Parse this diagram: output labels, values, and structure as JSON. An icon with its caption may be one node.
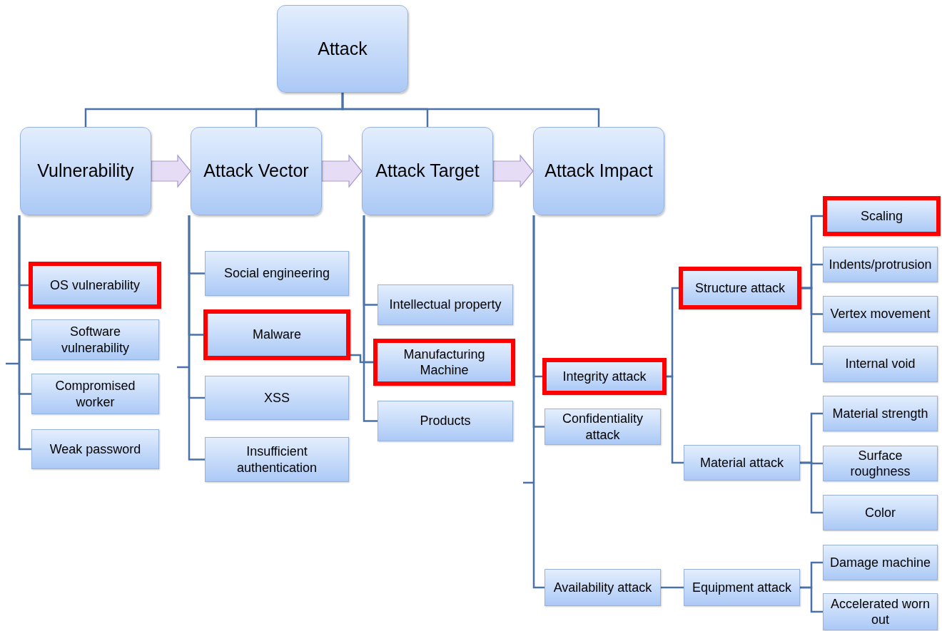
{
  "diagram": {
    "nodes": [
      {
        "text": [
          "Attack"
        ]
      },
      {
        "text": [
          "Vulnerability"
        ]
      },
      {
        "text": [
          "Attack Vector"
        ]
      },
      {
        "text": [
          "Attack Target"
        ]
      },
      {
        "text": [
          "Attack Impact"
        ]
      },
      {
        "text": [
          "OS vulnerability"
        ]
      },
      {
        "text": [
          "Software vulnerability"
        ]
      },
      {
        "text": [
          "Compromised worker"
        ]
      },
      {
        "text": [
          "Weak password"
        ]
      },
      {
        "text": [
          "Social engineering"
        ]
      },
      {
        "text": [
          "Malware"
        ]
      },
      {
        "text": [
          "XSS"
        ]
      },
      {
        "text": [
          "Insufficient authentication"
        ]
      },
      {
        "text": [
          "Intellectual property"
        ]
      },
      {
        "text": [
          "Manufacturing Machine"
        ]
      },
      {
        "text": [
          "Products"
        ]
      },
      {
        "text": [
          "Integrity attack"
        ]
      },
      {
        "text": [
          "Confidentiality attack"
        ]
      },
      {
        "text": [
          "Availability attack"
        ]
      },
      {
        "text": [
          "Structure attack"
        ]
      },
      {
        "text": [
          "Material attack"
        ]
      },
      {
        "text": [
          "Equipment attack"
        ]
      },
      {
        "text": [
          "Scaling"
        ]
      },
      {
        "text": [
          "Indents/protrusion"
        ]
      },
      {
        "text": [
          "Vertex movement"
        ]
      },
      {
        "text": [
          "Internal void"
        ]
      },
      {
        "text": [
          "Material strength"
        ]
      },
      {
        "text": [
          "Surface roughness"
        ]
      },
      {
        "text": [
          "Color"
        ]
      },
      {
        "text": [
          "Damage machine"
        ]
      },
      {
        "text": [
          "Accelerated worn out"
        ]
      }
    ],
    "edges": [
      {
        "from": 0,
        "to": 1,
        "arrow": "none"
      },
      {
        "from": 0,
        "to": 2,
        "arrow": "none"
      },
      {
        "from": 0,
        "to": 3,
        "arrow": "none"
      },
      {
        "from": 0,
        "to": 4,
        "arrow": "none"
      },
      {
        "from": 1,
        "to": 2,
        "arrow": "to",
        "style": "thick",
        "color": "#e6dcf5"
      },
      {
        "from": 2,
        "to": 3,
        "arrow": "to",
        "style": "thick",
        "color": "#e6dcf5"
      },
      {
        "from": 3,
        "to": 4,
        "arrow": "to",
        "style": "thick",
        "color": "#e6dcf5"
      },
      {
        "from": 1,
        "to": 5,
        "arrow": "none"
      },
      {
        "from": 1,
        "to": 6,
        "arrow": "none"
      },
      {
        "from": 1,
        "to": 7,
        "arrow": "none"
      },
      {
        "from": 1,
        "to": 8,
        "arrow": "none"
      },
      {
        "from": 2,
        "to": 9,
        "arrow": "none"
      },
      {
        "from": 2,
        "to": 10,
        "arrow": "none"
      },
      {
        "from": 2,
        "to": 11,
        "arrow": "none"
      },
      {
        "from": 2,
        "to": 12,
        "arrow": "none"
      },
      {
        "from": 3,
        "to": 13,
        "arrow": "none"
      },
      {
        "from": 3,
        "to": 14,
        "arrow": "none"
      },
      {
        "from": 3,
        "to": 15,
        "arrow": "none"
      },
      {
        "from": 10,
        "to": 14,
        "arrow": "none"
      },
      {
        "from": 4,
        "to": 16,
        "arrow": "none"
      },
      {
        "from": 4,
        "to": 17,
        "arrow": "none"
      },
      {
        "from": 4,
        "to": 18,
        "arrow": "none"
      },
      {
        "from": 16,
        "to": 19,
        "arrow": "none"
      },
      {
        "from": 16,
        "to": 20,
        "arrow": "none"
      },
      {
        "from": 18,
        "to": 21,
        "arrow": "none"
      },
      {
        "from": 19,
        "to": 22,
        "arrow": "none"
      },
      {
        "from": 19,
        "to": 23,
        "arrow": "none"
      },
      {
        "from": 19,
        "to": 24,
        "arrow": "none"
      },
      {
        "from": 19,
        "to": 25,
        "arrow": "none"
      },
      {
        "from": 20,
        "to": 26,
        "arrow": "none"
      },
      {
        "from": 20,
        "to": 27,
        "arrow": "none"
      },
      {
        "from": 20,
        "to": 28,
        "arrow": "none"
      },
      {
        "from": 21,
        "to": 29,
        "arrow": "none"
      },
      {
        "from": 21,
        "to": 30,
        "arrow": "none"
      }
    ]
  }
}
